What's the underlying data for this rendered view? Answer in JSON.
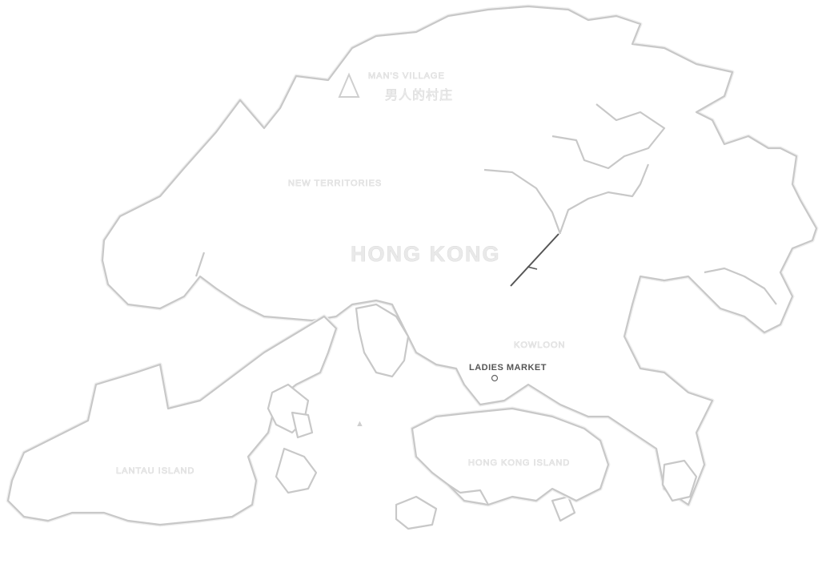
{
  "map": {
    "title": "HONG KONG",
    "regions": {
      "new_territories": "NEW TERRITORIES",
      "kowloon": "KOWLOON",
      "lantau_island": "LANTAU ISLAND",
      "hong_kong_island": "HONG KONG ISLAND"
    },
    "markers": {
      "mans_village": {
        "label_en": "MAN'S VILLAGE",
        "label_zh": "男人的村庄",
        "icon": "triangle-icon"
      },
      "ladies_market": {
        "label": "LADIES MARKET",
        "icon": "dot-icon"
      }
    },
    "colors": {
      "land": "#ffffff",
      "coastline": "#c8c8c8",
      "route": "#555555"
    }
  }
}
